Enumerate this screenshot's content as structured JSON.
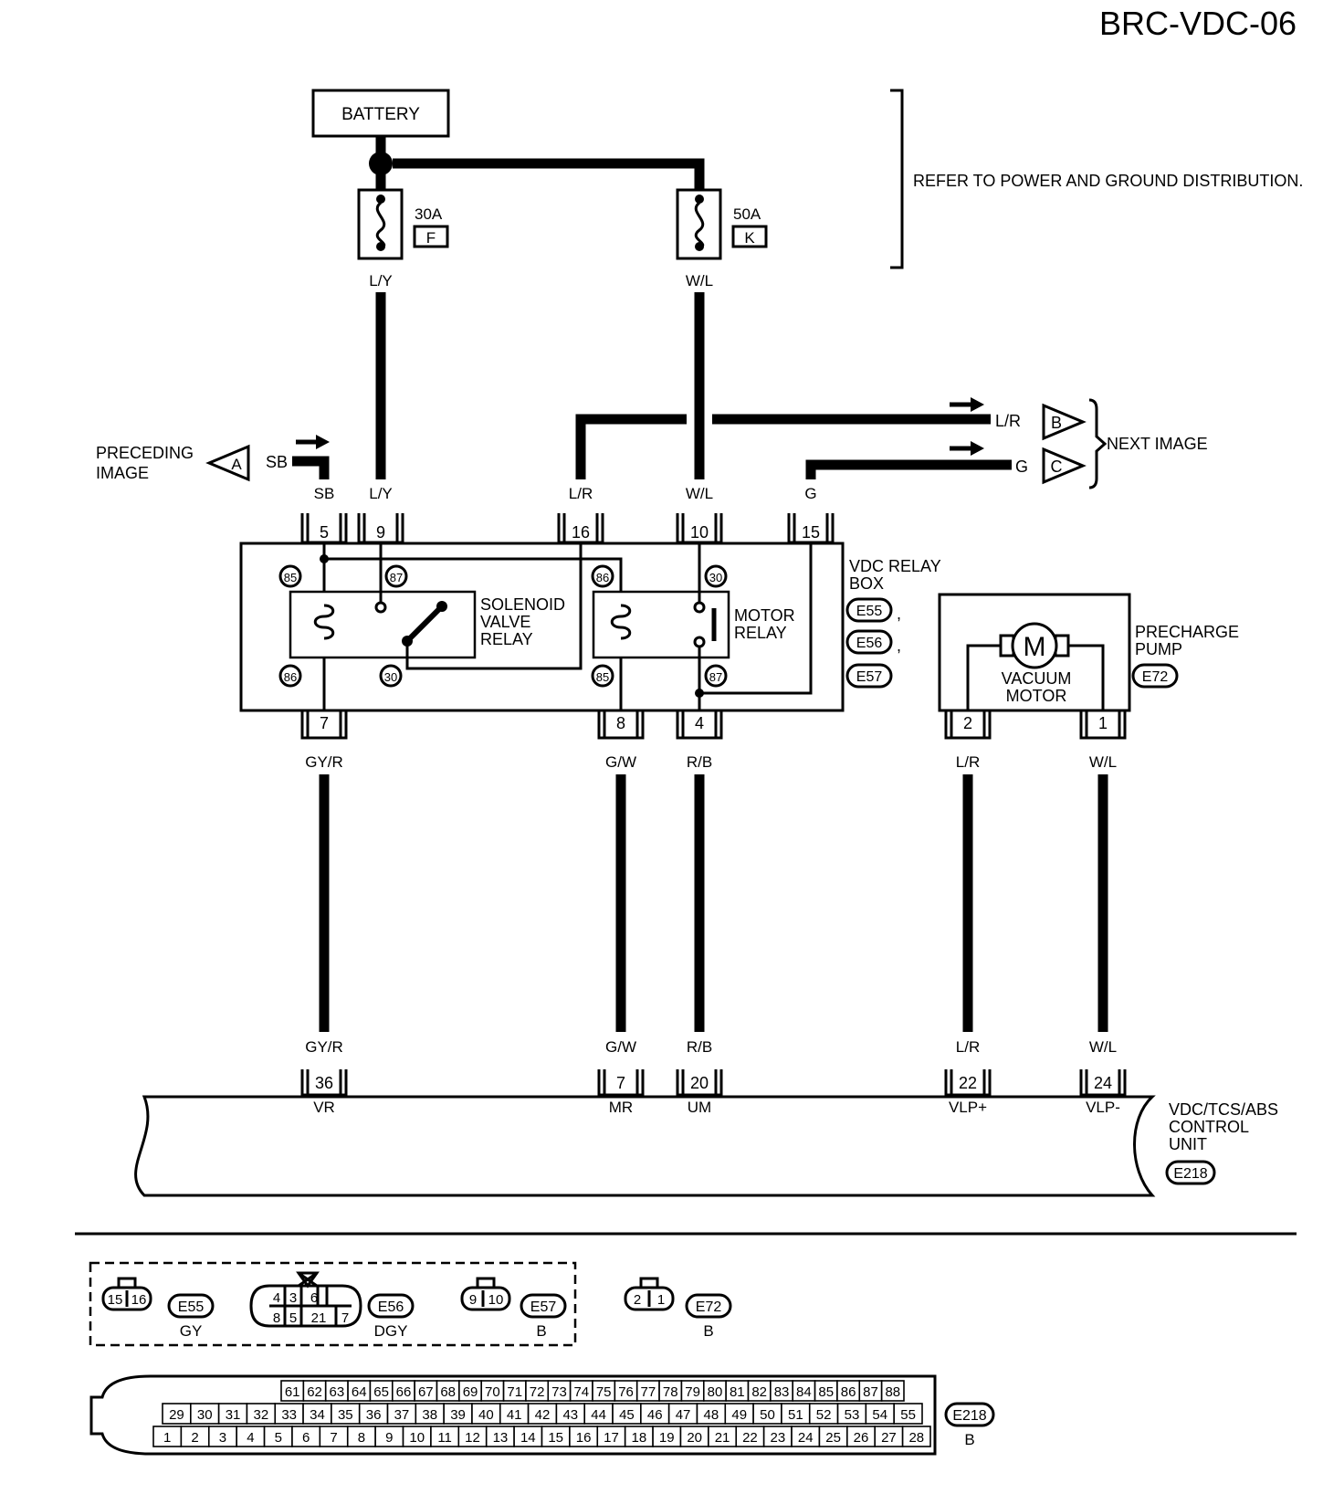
{
  "page_code": "BRC-VDC-06",
  "battery": "BATTERY",
  "refer_note": "REFER TO POWER AND GROUND DISTRIBUTION.",
  "fuses": [
    {
      "rating": "30A",
      "letter": "F",
      "wire": "L/Y"
    },
    {
      "rating": "50A",
      "letter": "K",
      "wire": "W/L"
    }
  ],
  "preceding": {
    "text": [
      "PRECEDING",
      "IMAGE"
    ],
    "connector": "A",
    "wire": "SB"
  },
  "next": {
    "text": "NEXT IMAGE",
    "b_wire": "L/R",
    "b_conn": "B",
    "c_wire": "G",
    "c_conn": "C"
  },
  "relay_box": {
    "name": [
      "VDC RELAY",
      "BOX"
    ],
    "connectors": [
      "E55",
      "E56",
      "E57"
    ],
    "sep": ",",
    "top_pins": [
      {
        "pin": "5",
        "wire": "SB"
      },
      {
        "pin": "9",
        "wire": "L/Y"
      },
      {
        "pin": "16",
        "wire": "L/R"
      },
      {
        "pin": "10",
        "wire": "W/L"
      },
      {
        "pin": "15",
        "wire": "G"
      }
    ],
    "bottom_pins": [
      {
        "pin": "7",
        "wire": "GY/R"
      },
      {
        "pin": "8",
        "wire": "G/W"
      },
      {
        "pin": "4",
        "wire": "R/B"
      }
    ],
    "solenoid": {
      "label": [
        "SOLENOID",
        "VALVE",
        "RELAY"
      ],
      "terms": [
        "85",
        "87",
        "86",
        "30"
      ]
    },
    "motor": {
      "label": [
        "MOTOR",
        "RELAY"
      ],
      "terms": [
        "86",
        "30",
        "85",
        "87"
      ]
    }
  },
  "pump": {
    "name": [
      "PRECHARGE",
      "PUMP"
    ],
    "connector": "E72",
    "motor_symbol": "M",
    "motor_label": [
      "VACUUM",
      "MOTOR"
    ],
    "pins": [
      {
        "pin": "2",
        "wire": "L/R"
      },
      {
        "pin": "1",
        "wire": "W/L"
      }
    ]
  },
  "control_unit": {
    "name": [
      "VDC/TCS/ABS",
      "CONTROL",
      "UNIT"
    ],
    "connector": "E218",
    "pins": [
      {
        "pin": "36",
        "wire": "GY/R",
        "signal": "VR"
      },
      {
        "pin": "7",
        "wire": "G/W",
        "signal": "MR"
      },
      {
        "pin": "20",
        "wire": "R/B",
        "signal": "UM"
      },
      {
        "pin": "22",
        "wire": "L/R",
        "signal": "VLP+"
      },
      {
        "pin": "24",
        "wire": "W/L",
        "signal": "VLP-"
      }
    ]
  },
  "connector_views": {
    "e55": {
      "id": "E55",
      "color": "GY",
      "pins": [
        "15",
        "16"
      ]
    },
    "e56": {
      "id": "E56",
      "color": "DGY",
      "top": [
        "4",
        "3",
        "6"
      ],
      "bottom": [
        "8",
        "5",
        "21",
        "7"
      ]
    },
    "e57": {
      "id": "E57",
      "color": "B",
      "pins": [
        "9",
        "10"
      ]
    },
    "e72": {
      "id": "E72",
      "color": "B",
      "pins": [
        "2",
        "1"
      ]
    },
    "e218": {
      "id": "E218",
      "color": "B",
      "row1": [
        "61",
        "62",
        "63",
        "64",
        "65",
        "66",
        "67",
        "68",
        "69",
        "70",
        "71",
        "72",
        "73",
        "74",
        "75",
        "76",
        "77",
        "78",
        "79",
        "80",
        "81",
        "82",
        "83",
        "84",
        "85",
        "86",
        "87",
        "88"
      ],
      "row2": [
        "29",
        "30",
        "31",
        "32",
        "33",
        "34",
        "35",
        "36",
        "37",
        "38",
        "39",
        "40",
        "41",
        "42",
        "43",
        "44",
        "45",
        "46",
        "47",
        "48",
        "49",
        "50",
        "51",
        "52",
        "53",
        "54",
        "55"
      ],
      "row3": [
        "1",
        "2",
        "3",
        "4",
        "5",
        "6",
        "7",
        "8",
        "9",
        "10",
        "11",
        "12",
        "13",
        "14",
        "15",
        "16",
        "17",
        "18",
        "19",
        "20",
        "21",
        "22",
        "23",
        "24",
        "25",
        "26",
        "27",
        "28"
      ]
    }
  }
}
